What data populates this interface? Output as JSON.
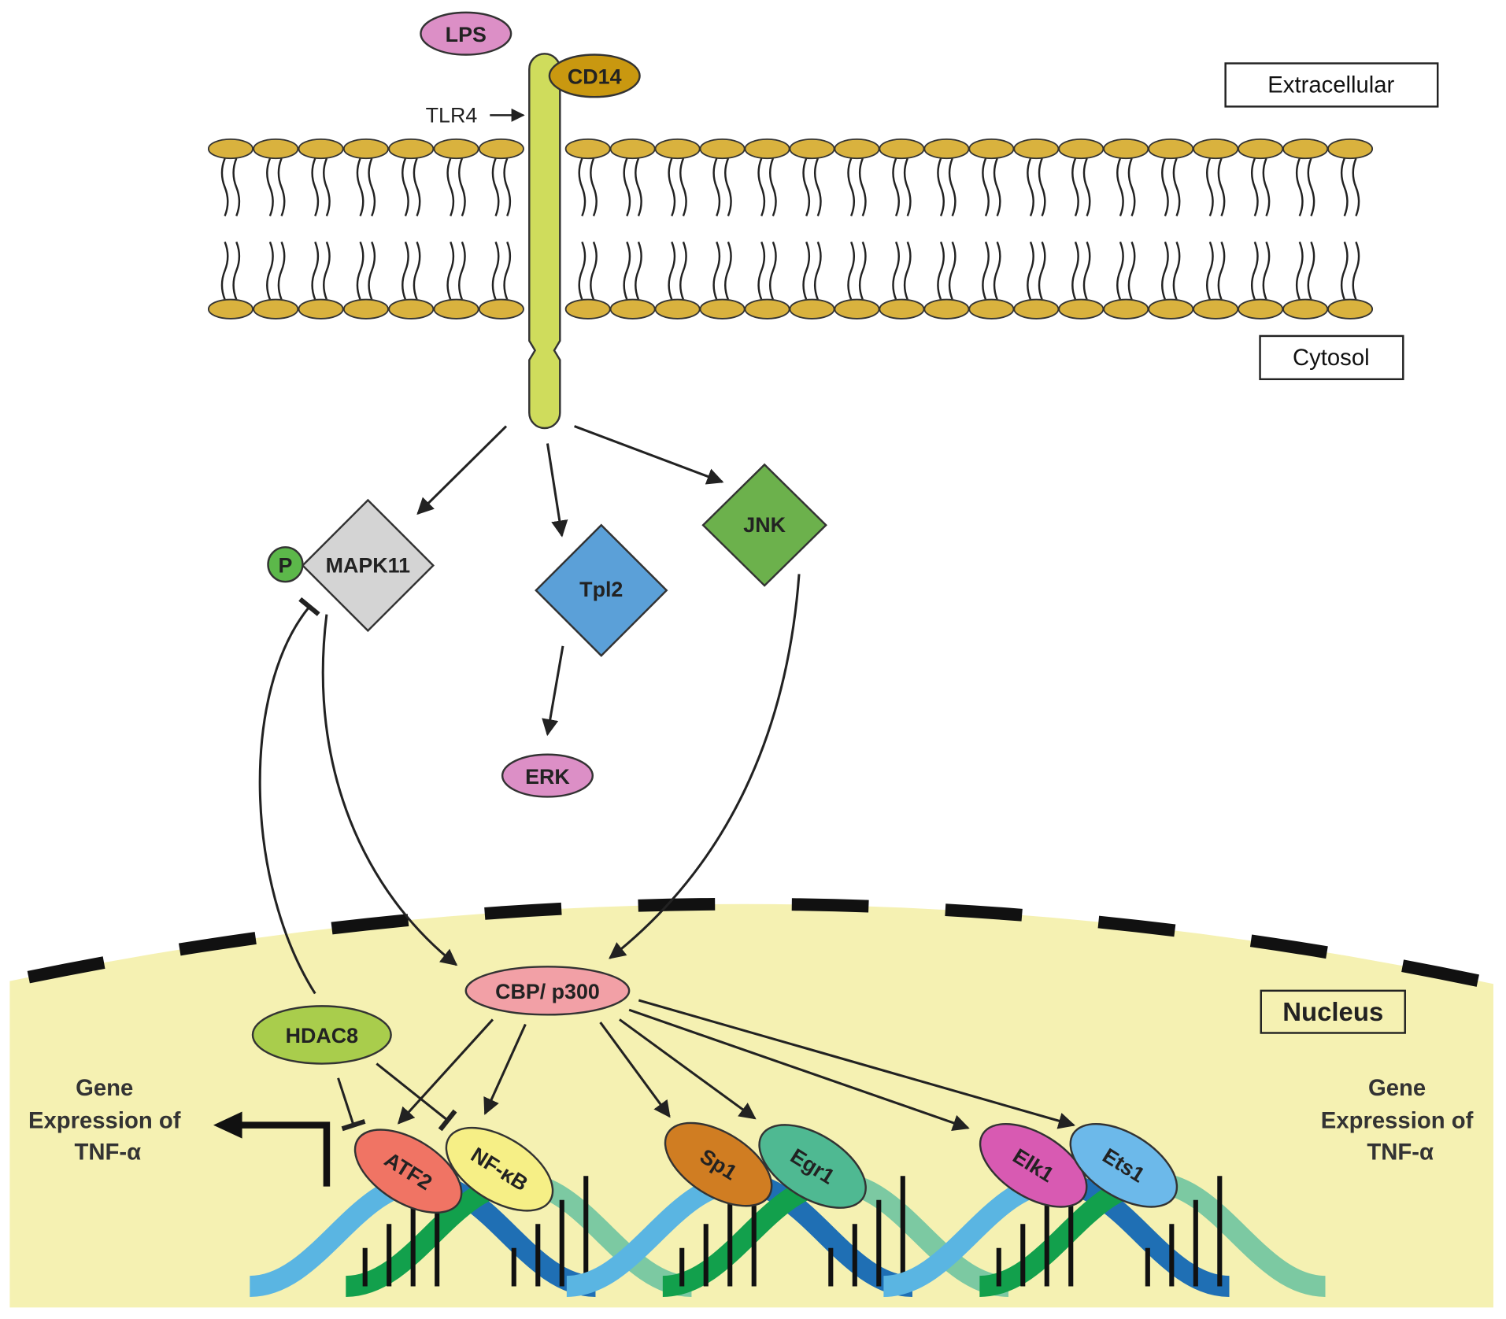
{
  "labels": {
    "lps": "LPS",
    "cd14": "CD14",
    "tlr4": "TLR4",
    "extracellular": "Extracellular",
    "cytosol": "Cytosol",
    "nucleus": "Nucleus",
    "phospho": "P",
    "mapk11": "MAPK11",
    "tpl2": "Tpl2",
    "jnk": "JNK",
    "erk": "ERK",
    "cbp": "CBP/ p300",
    "hdac8": "HDAC8"
  },
  "transcription_factors": [
    {
      "name": "ATF2",
      "color": "#f07464"
    },
    {
      "name": "NF-κB",
      "color": "#f6ef86"
    },
    {
      "name": "Sp1",
      "color": "#d07d22"
    },
    {
      "name": "Egr1",
      "color": "#4fb992"
    },
    {
      "name": "Elk1",
      "color": "#d85ab2"
    },
    {
      "name": "Ets1",
      "color": "#6cb9ea"
    }
  ],
  "gene_expression": {
    "left": [
      "Gene",
      "Expression of",
      "TNF-α"
    ],
    "right": [
      "Gene",
      "Expression of",
      "TNF-α"
    ]
  },
  "colors": {
    "lipid_head": "#d9b23e",
    "receptor": "#cfdc5c",
    "nucleus_fill": "#f5f1b2",
    "mapk11": "#d4d4d4",
    "tpl2": "#5ba0d8",
    "jnk": "#6cb14c",
    "phospho": "#5cb84a",
    "pink": "#dc8fc6",
    "cd14": "#c99810",
    "cbp": "#f2a0a6",
    "hdac8": "#a9cd4c"
  }
}
